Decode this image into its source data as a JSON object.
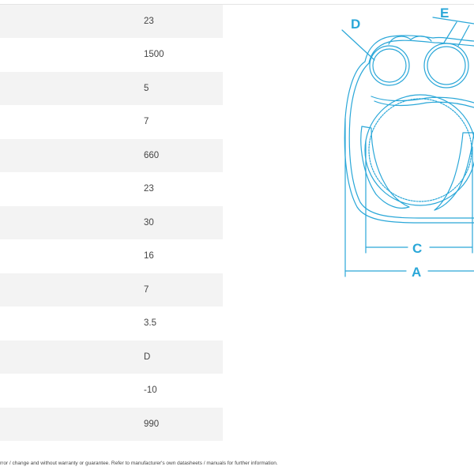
{
  "spec_table": {
    "rows": [
      {
        "value": "23"
      },
      {
        "value": "1500"
      },
      {
        "value": "5"
      },
      {
        "value": "7"
      },
      {
        "value": "660"
      },
      {
        "value": "23"
      },
      {
        "value": "30"
      },
      {
        "value": "16"
      },
      {
        "value": "7"
      },
      {
        "value": "3.5"
      },
      {
        "value": "D"
      },
      {
        "value": "-10"
      },
      {
        "value": "990"
      }
    ]
  },
  "drawing": {
    "labels": {
      "a": "A",
      "c": "C",
      "d": "D",
      "e": "E"
    },
    "line_color": "#2aa7d8"
  },
  "footnote": "rror / change and without warranty or guarantee. Refer to manufacturer's own datasheets / manuals for further information."
}
